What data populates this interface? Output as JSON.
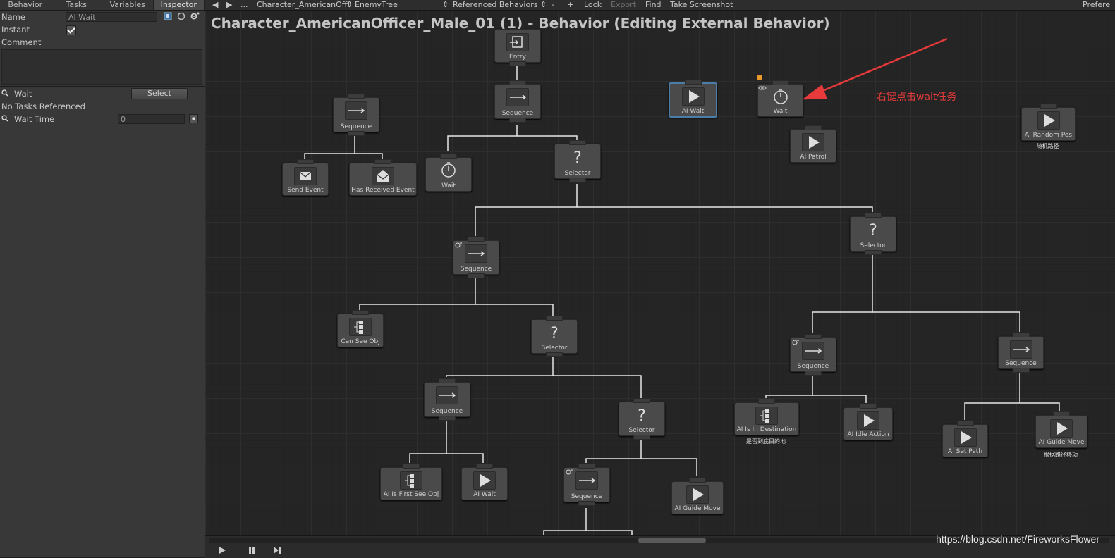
{
  "left_panel": {
    "tabs": [
      "Behavior",
      "Tasks",
      "Variables",
      "Inspector"
    ],
    "name_label": "Name",
    "name_value": "AI Wait",
    "instant_label": "Instant",
    "comment_label": "Comment",
    "task_name": "Wait",
    "select_label": "Select",
    "no_tasks": "No Tasks Referenced",
    "wait_time_label": "Wait Time",
    "wait_time_value": "0"
  },
  "toolbar": {
    "dots": "...",
    "tree_object": "Character_AmericanOffi",
    "tree_name": "EnemyTree",
    "referenced": "Referenced Behaviors",
    "minus": "-",
    "plus": "+",
    "lock": "Lock",
    "export": "Export",
    "find": "Find",
    "screenshot": "Take Screenshot",
    "preferences": "Prefere"
  },
  "graph": {
    "title": "Character_AmericanOfficer_Male_01 (1) - Behavior (Editing External Behavior)",
    "nodes": [
      {
        "id": "entry",
        "label": "Entry",
        "icon": "entry-icon"
      },
      {
        "id": "seq_root",
        "label": "Sequence",
        "icon": "arrow-right-icon"
      },
      {
        "id": "seq_left",
        "label": "Sequence",
        "icon": "arrow-right-icon"
      },
      {
        "id": "send_event",
        "label": "Send Event",
        "icon": "envelope-icon"
      },
      {
        "id": "has_received",
        "label": "Has Received Event",
        "icon": "envelope-open-icon"
      },
      {
        "id": "wait1",
        "label": "Wait",
        "icon": "stopwatch-icon"
      },
      {
        "id": "selector1",
        "label": "Selector",
        "icon": "question-icon"
      },
      {
        "id": "ai_wait_sel",
        "label": "AI Wait",
        "icon": "play-icon"
      },
      {
        "id": "wait_ref",
        "label": "Wait",
        "icon": "stopwatch-icon"
      },
      {
        "id": "ai_patrol",
        "label": "AI Patrol",
        "icon": "play-icon"
      },
      {
        "id": "ai_random",
        "label": "AI Random Pos",
        "icon": "play-icon",
        "comment": "随机路径"
      },
      {
        "id": "seq2",
        "label": "Sequence",
        "icon": "arrow-right-icon"
      },
      {
        "id": "selector_r",
        "label": "Selector",
        "icon": "question-icon"
      },
      {
        "id": "can_see",
        "label": "Can See Obj",
        "icon": "branch-icon"
      },
      {
        "id": "selector3",
        "label": "Selector",
        "icon": "question-icon"
      },
      {
        "id": "seq4",
        "label": "Sequence",
        "icon": "arrow-right-icon"
      },
      {
        "id": "selector4",
        "label": "Selector",
        "icon": "question-icon"
      },
      {
        "id": "ai_first_see",
        "label": "AI Is First See Obj",
        "icon": "branch-icon"
      },
      {
        "id": "ai_wait2",
        "label": "AI Wait",
        "icon": "play-icon"
      },
      {
        "id": "seq5",
        "label": "Sequence",
        "icon": "arrow-right-icon"
      },
      {
        "id": "ai_guide1",
        "label": "AI Guide Move",
        "icon": "play-icon"
      },
      {
        "id": "seq_r1",
        "label": "Sequence",
        "icon": "arrow-right-icon"
      },
      {
        "id": "seq_r2",
        "label": "Sequence",
        "icon": "arrow-right-icon"
      },
      {
        "id": "ai_in_dest",
        "label": "AI Is In Destination",
        "icon": "branch-icon",
        "comment": "是否到底目的地"
      },
      {
        "id": "ai_idle",
        "label": "AI Idle Action",
        "icon": "play-icon"
      },
      {
        "id": "ai_set_path",
        "label": "AI Set Path",
        "icon": "play-icon"
      },
      {
        "id": "ai_guide2",
        "label": "AI Guide Move",
        "icon": "play-icon",
        "comment": "根据路径移动"
      }
    ]
  },
  "annotation": "右键点击wait任务",
  "watermark": "https://blog.csdn.net/FireworksFlower"
}
